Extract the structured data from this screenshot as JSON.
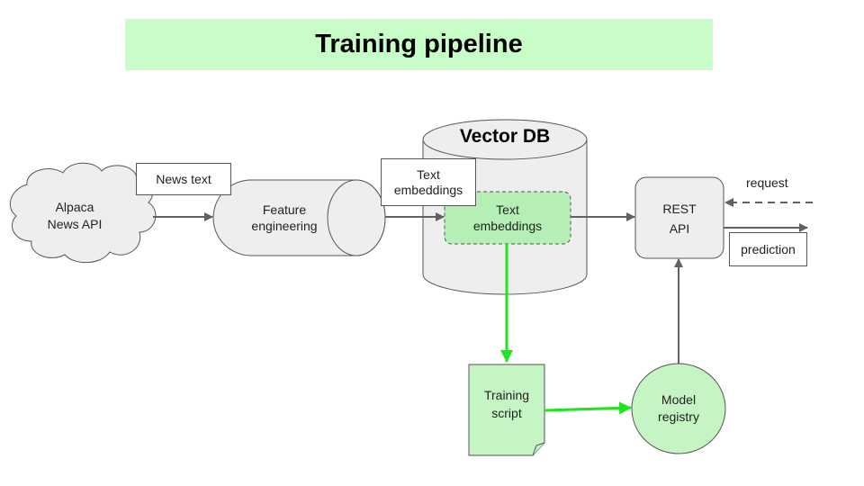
{
  "title": "Training pipeline",
  "colors": {
    "banner": "#c8fdc8",
    "node_gray": "#eeeeee",
    "node_green": "#c5f5c5",
    "inner_green": "#b6efb6",
    "stroke": "#555555",
    "arrow": "#616161",
    "green_arrow": "#1ee51e"
  },
  "nodes": {
    "alpaca": {
      "line1": "Alpaca",
      "line2": "News API",
      "shape": "cloud"
    },
    "feature": {
      "line1": "Feature",
      "line2": "engineering",
      "shape": "horizontal-cylinder"
    },
    "vector_db": {
      "label": "Vector DB",
      "shape": "cylinder"
    },
    "embeddings_inner": {
      "line1": "Text",
      "line2": "embeddings",
      "shape": "dashed-rounded-rect"
    },
    "rest_api": {
      "line1": "REST",
      "line2": "API",
      "shape": "rounded-rect"
    },
    "training_script": {
      "line1": "Training",
      "line2": "script",
      "shape": "document"
    },
    "model_registry": {
      "line1": "Model",
      "line2": "registry",
      "shape": "circle"
    }
  },
  "edge_labels": {
    "news_text": "News text",
    "text_embeddings": "Text embeddings",
    "request": "request",
    "prediction": "prediction"
  },
  "edges": [
    {
      "from": "alpaca",
      "to": "feature",
      "label": "News text",
      "style": "solid-gray"
    },
    {
      "from": "feature",
      "to": "embeddings_inner",
      "label": "Text embeddings",
      "style": "solid-gray"
    },
    {
      "from": "embeddings_inner",
      "to": "rest_api",
      "style": "solid-gray"
    },
    {
      "from": "external",
      "to": "rest_api",
      "label": "request",
      "style": "dashed-gray"
    },
    {
      "from": "rest_api",
      "to": "external",
      "label": "prediction",
      "style": "solid-gray"
    },
    {
      "from": "embeddings_inner",
      "to": "training_script",
      "style": "solid-green"
    },
    {
      "from": "training_script",
      "to": "model_registry",
      "style": "solid-green"
    },
    {
      "from": "model_registry",
      "to": "rest_api",
      "style": "solid-gray"
    }
  ]
}
